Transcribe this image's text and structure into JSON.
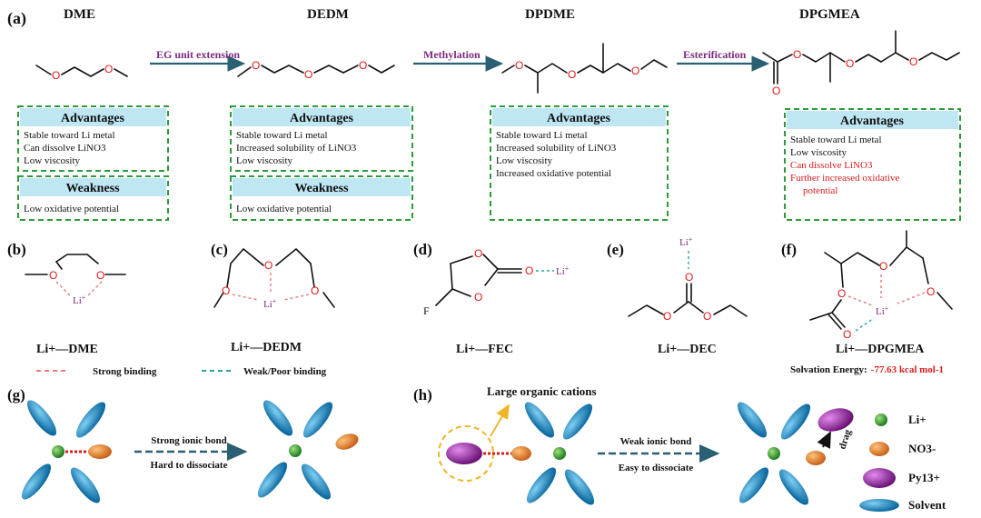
{
  "panel_labels": {
    "a": "(a)",
    "b": "(b)",
    "c": "(c)",
    "d": "(d)",
    "e": "(e)",
    "f": "(f)",
    "g": "(g)",
    "h": "(h)"
  },
  "molecules": {
    "dme": "DME",
    "dedm": "DEDM",
    "dpdme": "DPDME",
    "dpgmea": "DPGMEA"
  },
  "transforms": {
    "t1": "EG unit extension",
    "t2": "Methylation",
    "t3": "Esterification"
  },
  "atoms": {
    "o": "O",
    "f": "F",
    "li": "Li",
    "plus": "+"
  },
  "boxes": {
    "dme": {
      "adv_title": "Advantages",
      "adv": [
        "Stable toward Li metal",
        "Can dissolve LiNO3",
        "Low viscosity"
      ],
      "weak_title": "Weakness",
      "weak": [
        "Low oxidative potential"
      ]
    },
    "dedm": {
      "adv_title": "Advantages",
      "adv": [
        "Stable toward Li metal",
        "Increased solubility of LiNO3",
        "Low viscosity"
      ],
      "weak_title": "Weakness",
      "weak": [
        "Low oxidative potential"
      ]
    },
    "dpdme": {
      "adv_title": "Advantages",
      "adv": [
        "Stable toward Li metal",
        "Increased solubility of LiNO3",
        "Low viscosity",
        "Increased oxidative potential"
      ]
    },
    "dpgmea": {
      "adv_title": "Advantages",
      "adv": [
        "Stable toward Li metal",
        "Low viscosity",
        "Can dissolve LiNO3",
        "Further increased oxidative",
        "potential"
      ]
    }
  },
  "complexes": {
    "b": "Li+—DME",
    "c": "Li+—DEDM",
    "d": "Li+—FEC",
    "e": "Li+—DEC",
    "f": "Li+—DPGMEA"
  },
  "legend_binding": {
    "strong": "Strong binding",
    "weak": "Weak/Poor binding"
  },
  "solvation": {
    "label": "Solvation Energy:",
    "value": "-77.63 kcal mol-1"
  },
  "panel_g": {
    "line1": "Strong ionic bond",
    "line2": "Hard to dissociate"
  },
  "panel_h": {
    "cations": "Large organic cations",
    "line1": "Weak ionic bond",
    "line2": "Easy to dissociate",
    "drag": "drag"
  },
  "legend_ions": {
    "li": "Li+",
    "no3": "NO3-",
    "py13": "Py13+",
    "solvent": "Solvent"
  },
  "colors": {
    "box_border": "#2d9b3a",
    "box_header": "#bfe6f3",
    "arrow": "#2b5f73",
    "transform_text": "#7a2a7e",
    "oxygen": "#e21b1b",
    "strong_binding": "#e87a7a",
    "weak_binding": "#2aa3a3",
    "li_ball": "#2e9e2e",
    "no3": "#e8812a",
    "py13": "#9b2fa8",
    "solvent": "#1f8fc9",
    "highlight": "#d62020"
  }
}
